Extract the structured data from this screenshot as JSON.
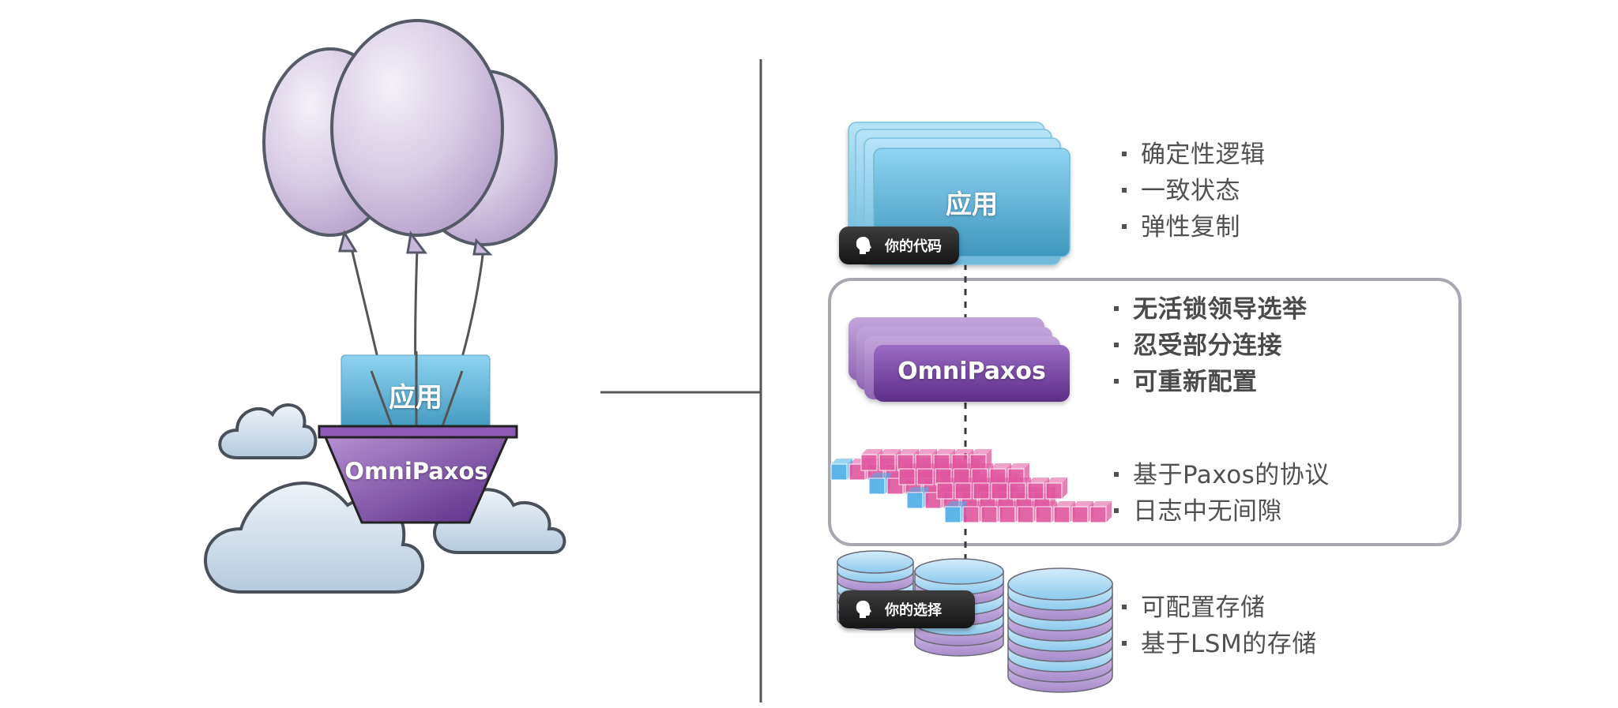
{
  "left_illustration": {
    "app_label": "应用",
    "omnipaxos_label": "OmniPaxos"
  },
  "stack": {
    "app": {
      "label": "应用",
      "badge": "你的代码",
      "bullets": [
        "确定性逻辑",
        "一致状态",
        "弹性复制"
      ]
    },
    "omnipaxos": {
      "label": "OmniPaxos",
      "bullets": [
        "无活锁领导选举",
        "忍受部分连接",
        "可重新配置"
      ]
    },
    "log": {
      "bullets": [
        "基于Paxos的协议",
        "日志中无间隙"
      ]
    },
    "storage": {
      "badge": "你的选择",
      "bullets": [
        "可配置存储",
        "基于LSM的存储"
      ]
    }
  },
  "colors": {
    "app_blue": "#5bb8dc",
    "omnipaxos_purple": "#7a4aa6",
    "log_pink": "#e0569e",
    "log_blue": "#4aaee8",
    "balloon_lilac": "#d8cde3",
    "cloud": "#c9d9e8",
    "disk_blue": "#a9d8f2",
    "disk_purple": "#b9a2d8"
  },
  "icons": [
    "balloon-icon",
    "cloud-icon",
    "head-icon",
    "disk-stack-icon",
    "log-cube-icon"
  ]
}
